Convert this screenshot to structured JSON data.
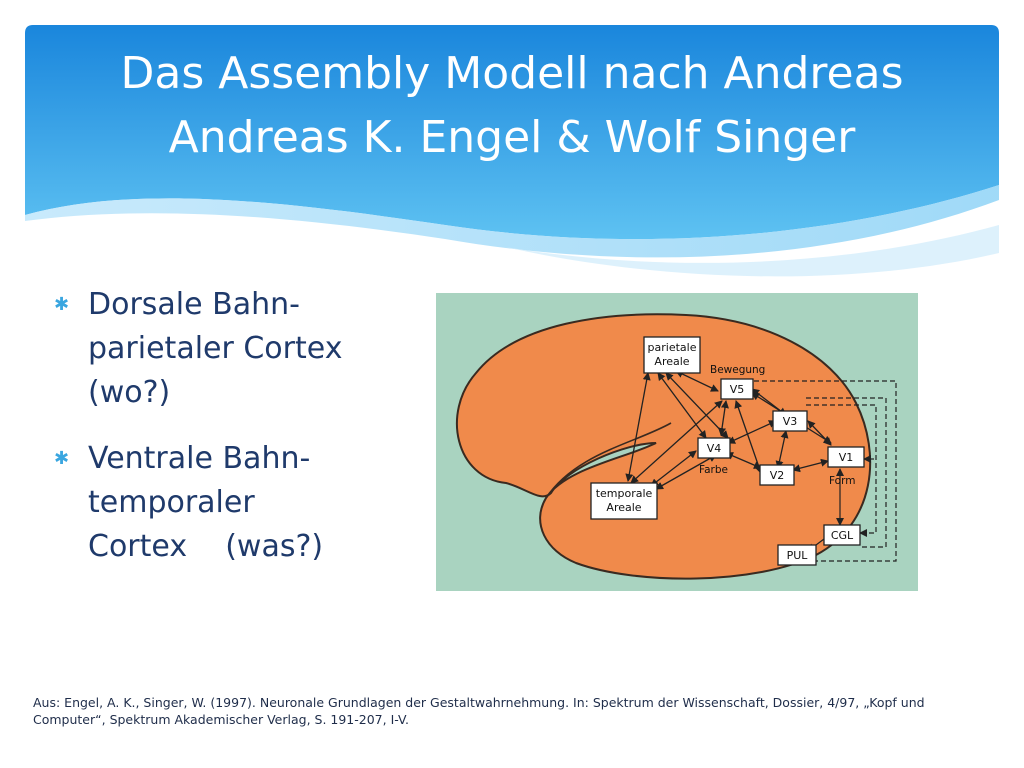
{
  "title": {
    "line1": "Das Assembly Modell nach Andreas",
    "line2": "Andreas K. Engel & Wolf Singer"
  },
  "bullets": [
    {
      "lines": [
        "Dorsale Bahn-",
        "parietaler Cortex",
        "(wo?)"
      ]
    },
    {
      "lines": [
        "Ventrale Bahn-",
        "temporaler",
        "Cortex    (was?)"
      ]
    }
  ],
  "bullet_symbol": "✱",
  "diagram": {
    "boxes": {
      "parietal": [
        "parietale",
        "Areale"
      ],
      "temporal": [
        "temporale",
        "Areale"
      ],
      "v5": "V5",
      "v3": "V3",
      "v4": "V4",
      "v2": "V2",
      "v1": "V1",
      "cgl": "CGL",
      "pul": "PUL"
    },
    "labels": {
      "bewegung": "Bewegung",
      "farbe": "Farbe",
      "form": "Form"
    }
  },
  "citation": {
    "line1": "Aus: Engel, A. K., Singer, W. (1997). Neuronale Grundlagen der Gestaltwahrnehmung. In: Spektrum der Wissenschaft, Dossier, 4/97, „Kopf und",
    "line2": "Computer“, Spektrum Akademischer Verlag, S. 191-207, I-V."
  },
  "colors": {
    "header_blue": "#1d8fe0",
    "brain_orange": "#f08a4b",
    "figure_bg": "#a9d3c0",
    "text_navy": "#1f3a6b"
  }
}
